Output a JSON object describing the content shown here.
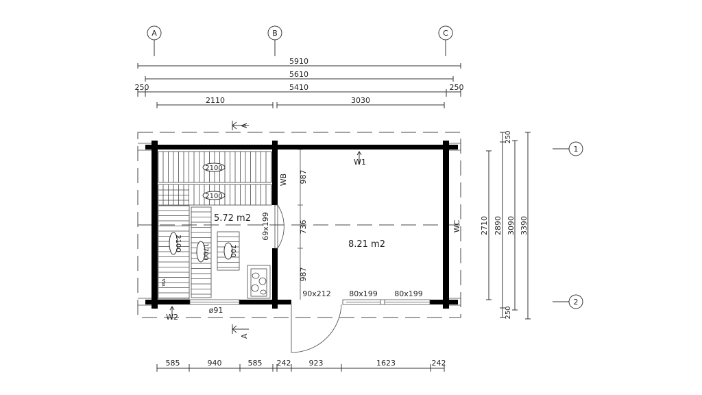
{
  "axes": {
    "columns": [
      "A",
      "B",
      "C"
    ],
    "rows": [
      "1",
      "2"
    ]
  },
  "dimensions": {
    "top": {
      "overall": "5910",
      "mid": "5610",
      "inner": "5410",
      "overhang_left": "250",
      "overhang_right": "250",
      "span_ab": "2110",
      "span_bc": "3030"
    },
    "right": {
      "d2710": "2710",
      "d2890": "2890",
      "d3090": "3090",
      "d3390": "3390",
      "overhang_top": "250",
      "overhang_bottom": "250"
    },
    "bottom": [
      "585",
      "940",
      "585",
      "242",
      "923",
      "1623",
      "242"
    ],
    "inner": {
      "wall_b_top": "987",
      "door_b": "736",
      "wall_b_bottom": "987"
    }
  },
  "rooms": {
    "sauna_area": "5.72 m2",
    "main_area": "8.21 m2"
  },
  "openings": {
    "sauna_door": "69x199",
    "entry_door": "90x212",
    "window_1": "80x199",
    "window_2": "80x199",
    "vent": "ø91"
  },
  "walls": {
    "w1": "W1",
    "w2": "W2",
    "wb": "WB",
    "wc": "WC",
    "w4": "WA"
  },
  "section": {
    "label": "A"
  },
  "benches": {
    "top": "2100",
    "second": "2100",
    "left": "2100",
    "middle": "1700",
    "grill": "700"
  },
  "colors": {
    "wall": "#000000",
    "line": "#333333"
  }
}
